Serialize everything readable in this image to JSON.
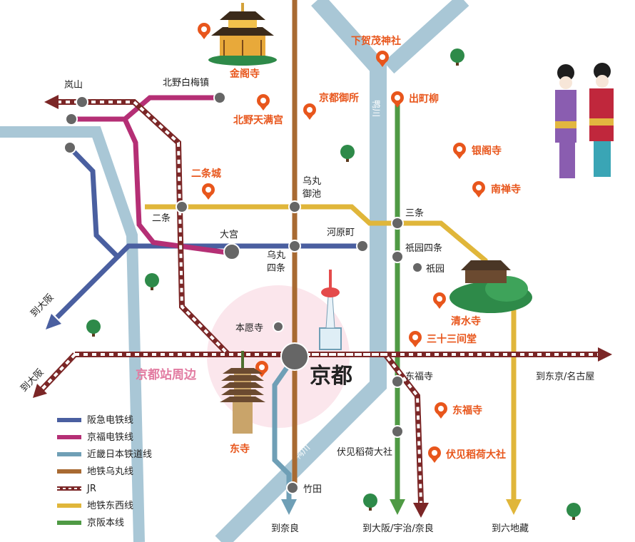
{
  "colors": {
    "hankyu": "#4a5fa0",
    "keifuku": "#b52f75",
    "kintetsu": "#6f9fb6",
    "karasuma": "#a86a32",
    "jr": "#7b2626",
    "tozai": "#e0b63a",
    "keihan": "#4f9a44",
    "river": "#a9c7d6",
    "poi": "#e8561c",
    "area": "#f9dde5",
    "tree": "#2e8a49",
    "station": "#666666"
  },
  "legend": [
    {
      "label": "阪急电铁线",
      "color": "#4a5fa0",
      "style": "solid"
    },
    {
      "label": "京福电铁线",
      "color": "#b52f75",
      "style": "solid"
    },
    {
      "label": "近畿日本铁道线",
      "color": "#6f9fb6",
      "style": "solid"
    },
    {
      "label": "地铁乌丸线",
      "color": "#a86a32",
      "style": "solid"
    },
    {
      "label": "JR",
      "color": "#7b2626",
      "style": "dashed"
    },
    {
      "label": "地铁东西线",
      "color": "#e0b63a",
      "style": "solid"
    },
    {
      "label": "京阪本线",
      "color": "#4f9a44",
      "style": "solid"
    }
  ],
  "rivers": [
    "鸭川",
    "鸭川"
  ],
  "stations": {
    "arashiyama": "岚山",
    "kitano_hakubai": "北野白梅镇",
    "nijo": "二条",
    "omiya": "大宫",
    "karasuma_oike": "乌丸\n御池",
    "karasuma_shijo": "乌丸\n四条",
    "kawaramachi": "河原町",
    "sanjo": "三条",
    "gion_shijo": "祇园四条",
    "gion": "祇园",
    "honganji": "本愿寺",
    "kyoto": "京都",
    "tofukuji_st": "东福寺",
    "fushimi_inari_st": "伏见稻荷大社",
    "takeda": "竹田"
  },
  "pois": {
    "kinkakuji": "金阁寺",
    "shimogamo": "下贺茂神社",
    "imperial_palace": "京都御所",
    "kitano_tenmangu": "北野天满宫",
    "demachiyanagi": "出町柳",
    "ginkakuji": "银阁寺",
    "nanzenji": "南禅寺",
    "nijo_castle": "二条城",
    "kiyomizu": "清水寺",
    "sanjusangendo": "三十三间堂",
    "toji": "东寺",
    "tofukuji": "东福寺",
    "fushimi_inari": "伏见稻荷大社",
    "station_area": "京都站周边"
  },
  "destinations": {
    "osaka_upper": "到大阪",
    "osaka_lower": "到大阪",
    "tokyo": "到东京/名古屋",
    "nara": "到奈良",
    "osaka_uji_nara": "到大阪/宇治/奈良",
    "rokujizo": "到六地藏"
  }
}
